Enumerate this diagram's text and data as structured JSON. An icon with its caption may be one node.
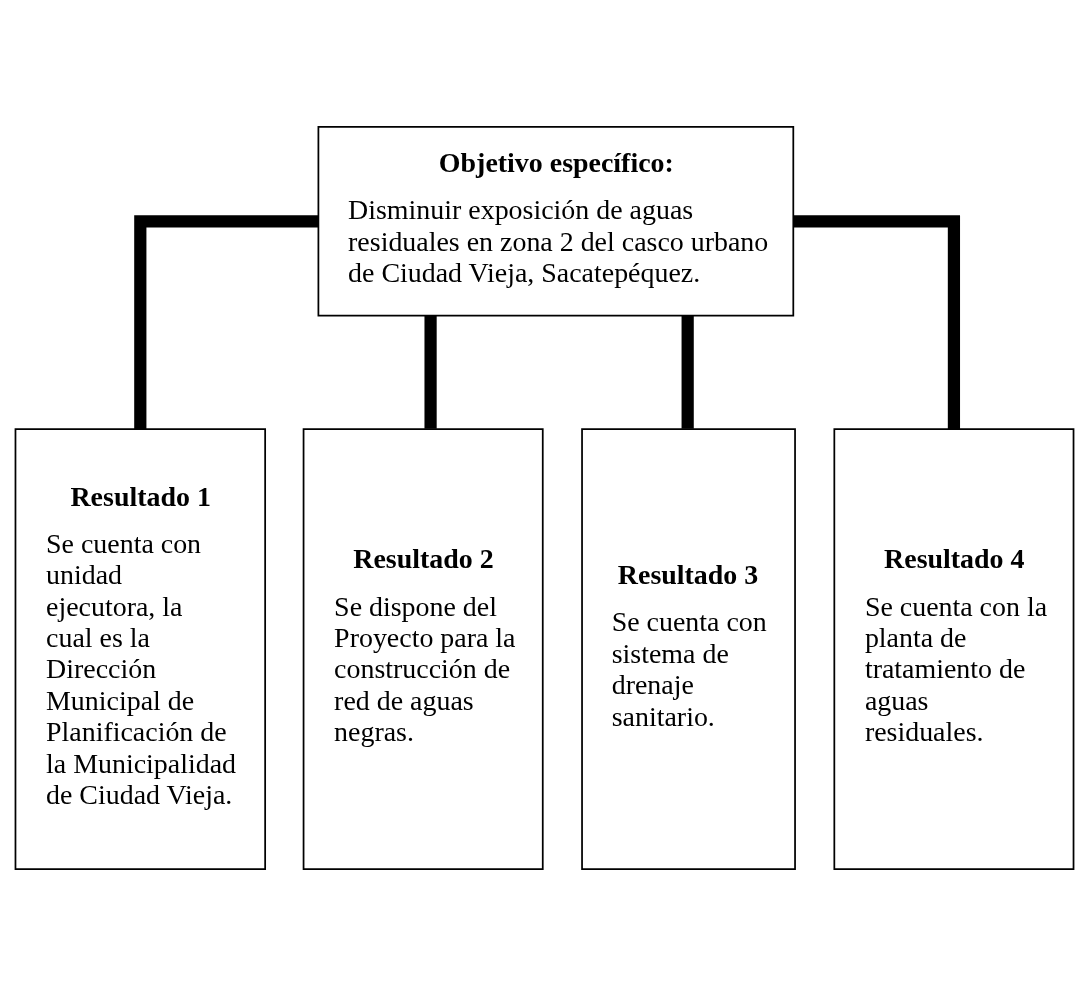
{
  "diagram": {
    "nodes": [
      {
        "text": [
          "Objetivo específico:",
          "Disminuir exposición de aguas residuales en zona 2 del casco urbano de Ciudad Vieja, Sacatepéquez."
        ]
      },
      {
        "text": [
          "Resultado 1",
          "Se cuenta con unidad ejecutora, la cual es la Dirección Municipal de Planificación de la Municipalidad de Ciudad Vieja."
        ]
      },
      {
        "text": [
          "Resultado 2",
          "Se dispone del Proyecto para la construcción de red de aguas negras."
        ]
      },
      {
        "text": [
          "Resultado 3",
          "Se cuenta con sistema de drenaje sanitario."
        ]
      },
      {
        "text": [
          "Resultado 4",
          "Se cuenta con la planta de tratamiento de aguas residuales."
        ]
      }
    ],
    "edges": [
      {
        "from": 0,
        "to": 1,
        "arrow": "none"
      },
      {
        "from": 0,
        "to": 2,
        "arrow": "none"
      },
      {
        "from": 0,
        "to": 3,
        "arrow": "none"
      },
      {
        "from": 0,
        "to": 4,
        "arrow": "none"
      }
    ]
  }
}
